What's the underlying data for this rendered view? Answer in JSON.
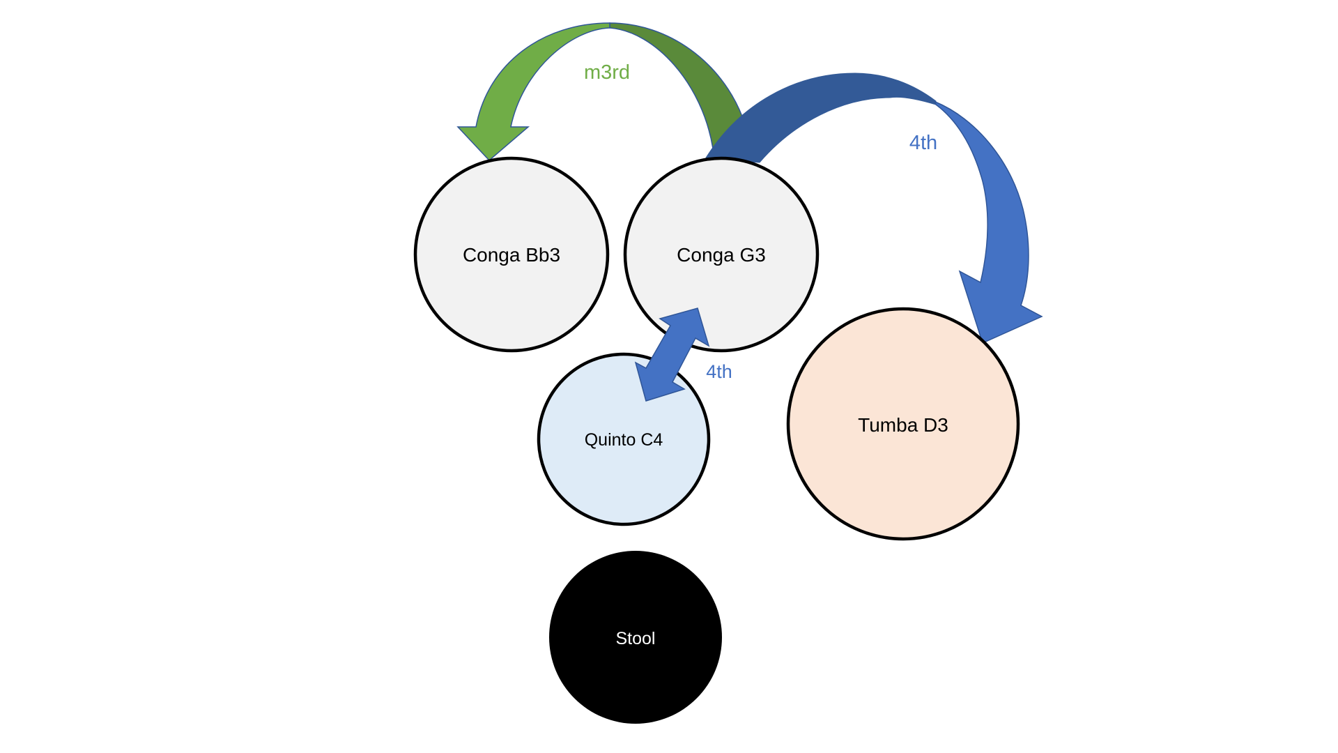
{
  "diagram": {
    "title": "Conga drum layout with tuning intervals",
    "drums": [
      {
        "id": "conga-bb3",
        "label": "Conga Bb3",
        "instrument": "Conga",
        "pitch": "Bb3",
        "fill": "#F2F2F2"
      },
      {
        "id": "conga-g3",
        "label": "Conga G3",
        "instrument": "Conga",
        "pitch": "G3",
        "fill": "#F2F2F2"
      },
      {
        "id": "quinto-c4",
        "label": "Quinto C4",
        "instrument": "Quinto",
        "pitch": "C4",
        "fill": "#DEEBF7"
      },
      {
        "id": "tumba-d3",
        "label": "Tumba D3",
        "instrument": "Tumba",
        "pitch": "D3",
        "fill": "#FBE5D6"
      },
      {
        "id": "stool",
        "label": "Stool",
        "instrument": "Stool",
        "pitch": "",
        "fill": "#000000"
      }
    ],
    "intervals": [
      {
        "from": "Conga G3",
        "to": "Conga Bb3",
        "label": "m3rd",
        "color": "#70AD47",
        "shade": "#5A8A3A",
        "direction": "one-way"
      },
      {
        "from": "Conga G3",
        "to": "Tumba D3",
        "label": "4th",
        "color": "#4472C4",
        "shade": "#335A97",
        "direction": "one-way"
      },
      {
        "from": "Conga G3",
        "to": "Quinto C4",
        "label": "4th",
        "color": "#4472C4",
        "shade": "#4472C4",
        "direction": "two-way"
      }
    ],
    "colors": {
      "outline": "#000000",
      "arrow_outline": "#2F5597",
      "background": "#FFFFFF"
    }
  }
}
